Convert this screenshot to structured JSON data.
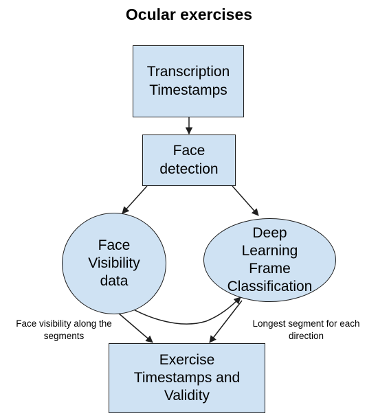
{
  "title": "Ocular exercises",
  "nodes": {
    "transcription": "Transcription\nTimestamps",
    "face_detection": "Face\ndetection",
    "face_visibility": "Face\nVisibility\ndata",
    "deep_learning": "Deep\nLearning\nFrame\nClassification",
    "exercise": "Exercise\nTimestamps and\nValidity"
  },
  "edge_labels": {
    "left": "Face visibility along the\nsegments",
    "right": "Longest segment for each\ndirection"
  },
  "colors": {
    "node_fill": "#cfe2f3",
    "node_border": "#1f1f1f",
    "arrow": "#1f1f1f"
  }
}
